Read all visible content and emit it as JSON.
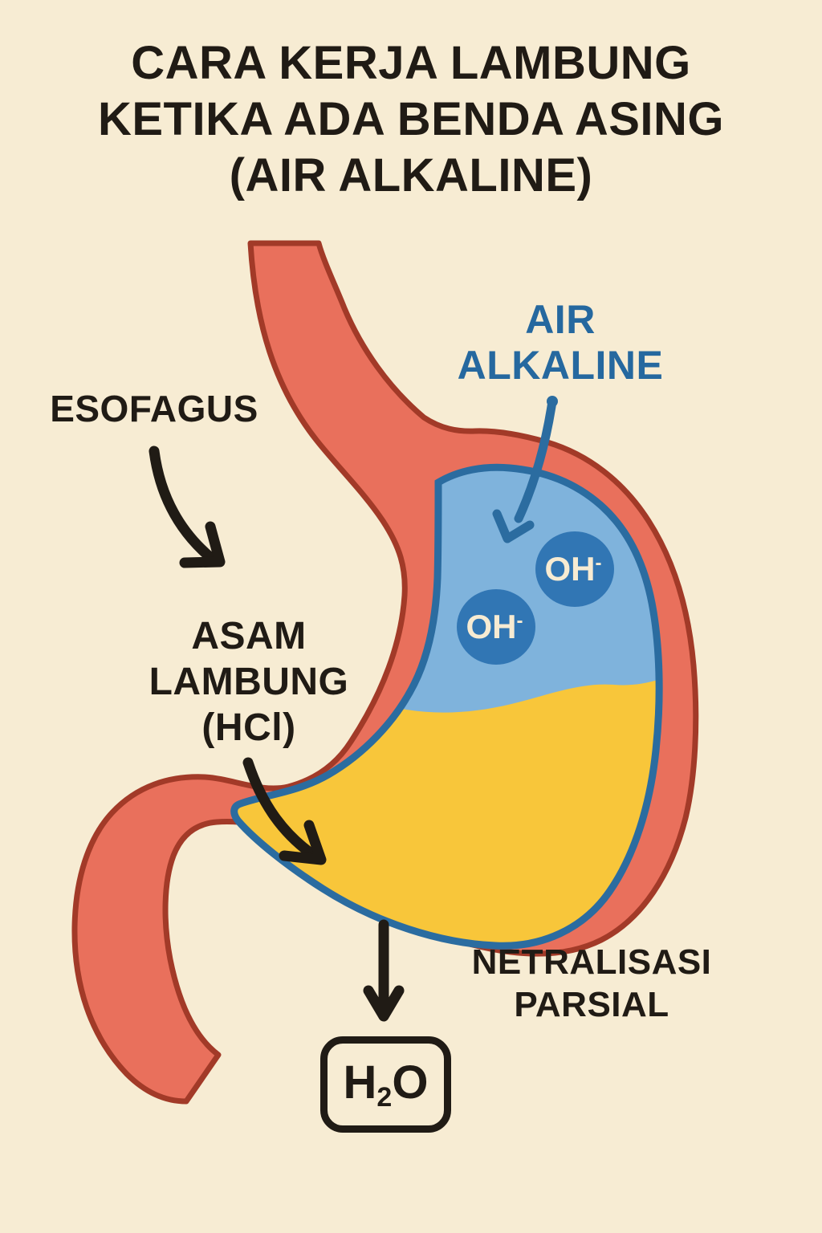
{
  "title": {
    "line1": "CARA KERJA LAMBUNG",
    "line2": "KETIKA ADA BENDA ASING",
    "line3": "(AIR ALKALINE)"
  },
  "labels": {
    "esophagus": "ESOFAGUS",
    "acid_line1": "ASAM",
    "acid_line2": "LAMBUNG",
    "acid_line3": "(HCl)",
    "alkaline_line1": "AIR",
    "alkaline_line2": "ALKALINE",
    "neutralization_line1": "NETRALISASI",
    "neutralization_line2": "PARSIAL"
  },
  "ions": [
    {
      "label": "OH",
      "charge": "-"
    },
    {
      "label": "OH",
      "charge": "-"
    }
  ],
  "h2o": {
    "h": "H",
    "sub": "2",
    "o": "O"
  },
  "colors": {
    "background": "#F7ECD3",
    "stomach_wall": "#E9705C",
    "wall_outline": "#A23A28",
    "acid_yellow": "#F8C63A",
    "alkaline_blue": "#7FB3DC",
    "ion_blue": "#3176B4",
    "blue_ink": "#2B6CA0",
    "blue_text": "#25689F",
    "text_black": "#201B15",
    "ion_text_cream": "#F7EBD2"
  }
}
